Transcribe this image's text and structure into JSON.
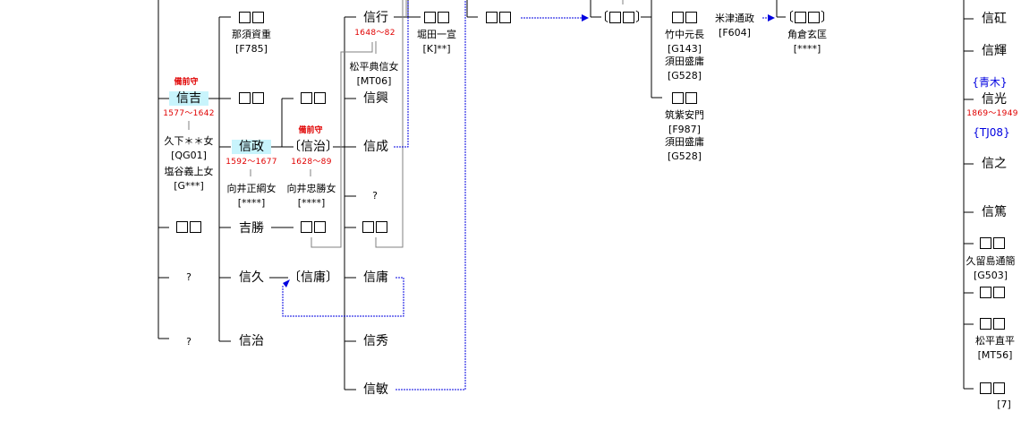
{
  "colors": {
    "highlight": "#c8f4fc",
    "red_text": "#e00000",
    "blue_link": "#0000e0",
    "line": "#000000",
    "gray_line": "#808080"
  },
  "placeholder": "□□",
  "unknown": "?",
  "col1": {
    "nobuyoshi": {
      "title": "備前守",
      "name": "信吉",
      "years": "1577～1642",
      "spouse1": "久下＊＊女",
      "spouse1_code": "[QG01]",
      "spouse2": "塩谷義上女",
      "spouse2_code": "[G***]"
    },
    "child3": "□□",
    "child4": "?",
    "child5": "?"
  },
  "col2": {
    "c1": {
      "name": "□□",
      "spouse": "那須資重",
      "code": "[F785]"
    },
    "c2": "□□",
    "nobumasa": {
      "name": "信政",
      "years": "1592～1677",
      "spouse": "向井正綱女",
      "code": "[****]"
    },
    "yoshikatsu": "吉勝",
    "nobuhisa": "信久",
    "nobuharu": "信治"
  },
  "col3": {
    "c1": "□□",
    "nobuharu": {
      "title": "備前守",
      "name": "〔信治〕",
      "years": "1628～89",
      "spouse": "向井忠勝女",
      "code": "[****]"
    },
    "c3": "□□",
    "nobutsune": "〔信庸〕"
  },
  "col4": {
    "nobuyuki": {
      "name": "信行",
      "years": "1648～82",
      "spouse": "松平典信女",
      "code": "[MT06]"
    },
    "nobuoki": "信興",
    "nobunari": "信成",
    "unknown": "?",
    "c5": "□□",
    "nobutsune": "信庸",
    "nobuhide": "信秀",
    "nobutoshi": "信敏"
  },
  "col5": {
    "c1": {
      "name": "□□",
      "spouse": "堀田一宣",
      "code": "[K]**]"
    }
  },
  "col6": {
    "c1": "□□"
  },
  "col7": {
    "adopted": "〔□□〕"
  },
  "col8": {
    "c1": {
      "name": "□□",
      "spouse1": "竹中元長",
      "code1": "[G143]",
      "spouse2": "須田盛庸",
      "code2": "[G528]"
    },
    "c2": {
      "name": "□□",
      "spouse1": "筑紫安門",
      "code1": "[F987]",
      "spouse2": "須田盛庸",
      "code2": "[G528]"
    }
  },
  "col9": {
    "yonezu": {
      "name": "米津通政",
      "code": "[F604]"
    }
  },
  "col10": {
    "adopted": {
      "name": "〔□□〕",
      "spouse": "角倉玄匡",
      "code": "[****]"
    }
  },
  "col11": {
    "items": [
      {
        "name": "信矼"
      },
      {
        "name": "信輝"
      },
      {
        "name": "信光",
        "prefix": "{青木}",
        "years": "1869～1949",
        "suffix": "{TJ08}"
      },
      {
        "name": "信之"
      },
      {
        "name": "信篤"
      },
      {
        "name": "□□",
        "spouse": "久留島通簡",
        "code": "[G503]"
      },
      {
        "name": "□□"
      },
      {
        "name": "□□",
        "spouse": "松平直平",
        "code": "[MT56]"
      },
      {
        "name": "□□",
        "note": "[7]"
      }
    ]
  }
}
